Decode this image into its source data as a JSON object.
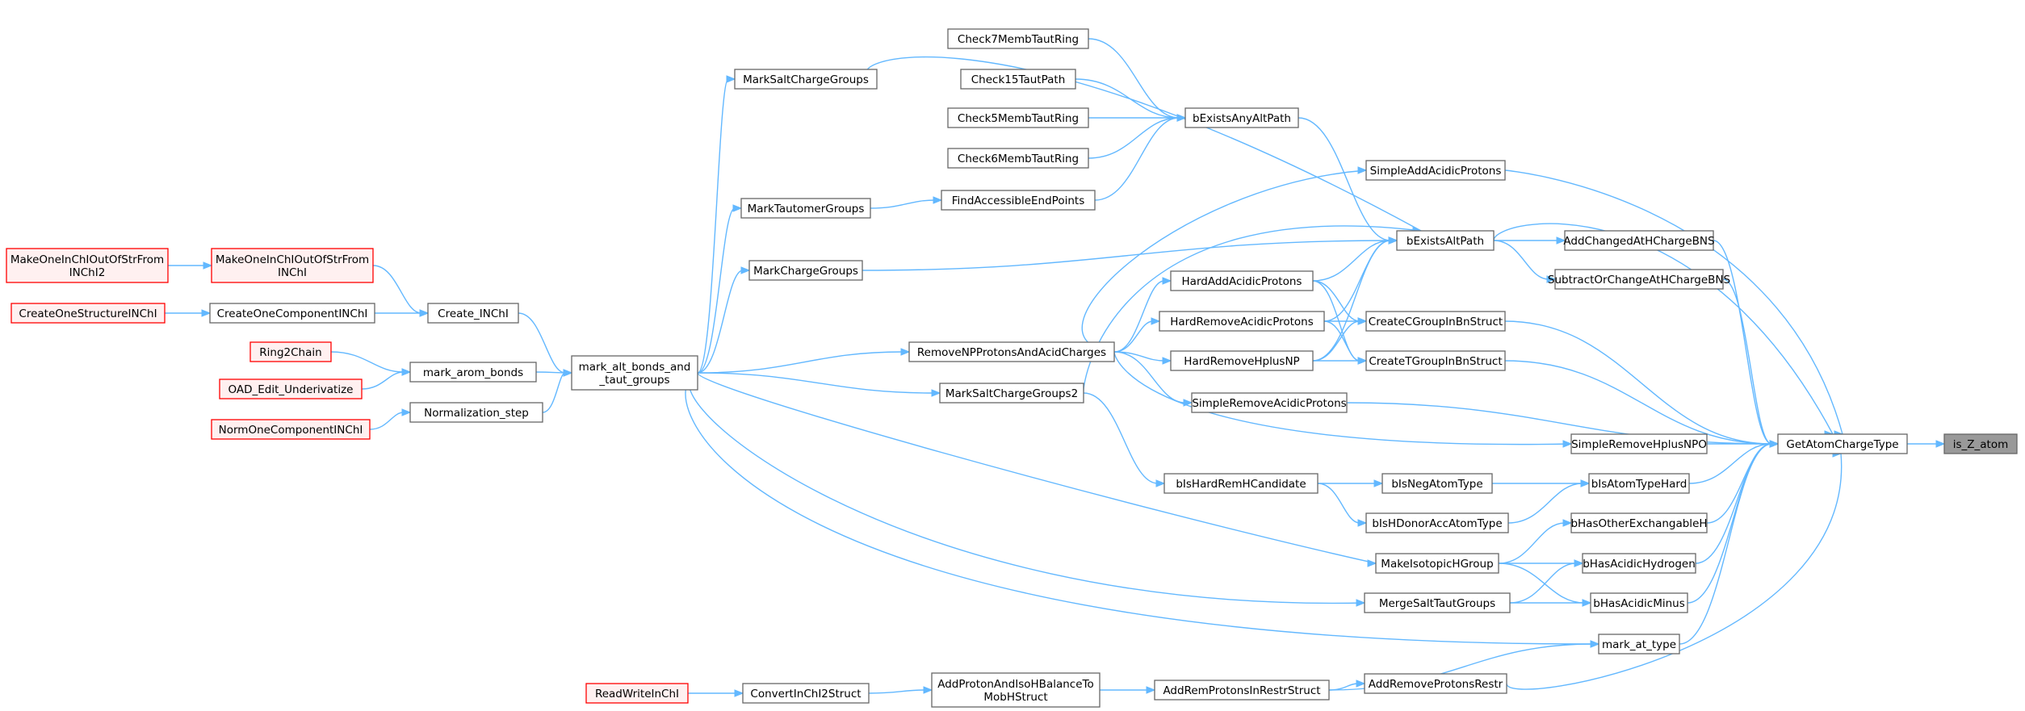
{
  "nodes": [
    {
      "id": "is_Z_atom",
      "label": "is_Z_atom",
      "style": "target"
    },
    {
      "id": "GetAtomChargeType",
      "label": "GetAtomChargeType",
      "style": "normal"
    },
    {
      "id": "SimpleAddAcidicProtons",
      "label": "SimpleAddAcidicProtons",
      "style": "normal"
    },
    {
      "id": "AddChangedAtHChargeBNS",
      "label": "AddChangedAtHChargeBNS",
      "style": "normal"
    },
    {
      "id": "SubtractOrChangeAtHChargeBNS",
      "label": "SubtractOrChangeAtHChargeBNS",
      "style": "normal"
    },
    {
      "id": "CreateCGroupInBnStruct",
      "label": "CreateCGroupInBnStruct",
      "style": "normal"
    },
    {
      "id": "CreateTGroupInBnStruct",
      "label": "CreateTGroupInBnStruct",
      "style": "normal"
    },
    {
      "id": "SimpleRemoveAcidicProtons",
      "label": "SimpleRemoveAcidicProtons",
      "style": "normal"
    },
    {
      "id": "SimpleRemoveHplusNPO",
      "label": "SimpleRemoveHplusNPO",
      "style": "normal"
    },
    {
      "id": "bIsAtomTypeHard",
      "label": "bIsAtomTypeHard",
      "style": "normal"
    },
    {
      "id": "bHasOtherExchangableH",
      "label": "bHasOtherExchangableH",
      "style": "normal"
    },
    {
      "id": "bHasAcidicHydrogen",
      "label": "bHasAcidicHydrogen",
      "style": "normal"
    },
    {
      "id": "bHasAcidicMinus",
      "label": "bHasAcidicMinus",
      "style": "normal"
    },
    {
      "id": "mark_at_type",
      "label": "mark_at_type",
      "style": "normal"
    },
    {
      "id": "AddRemoveProtonsRestr",
      "label": "AddRemoveProtonsRestr",
      "style": "normal"
    },
    {
      "id": "bExistsAltPath",
      "label": "bExistsAltPath",
      "style": "normal"
    },
    {
      "id": "bExistsAnyAltPath",
      "label": "bExistsAnyAltPath",
      "style": "normal"
    },
    {
      "id": "HardAddAcidicProtons",
      "label": "HardAddAcidicProtons",
      "style": "normal"
    },
    {
      "id": "HardRemoveAcidicProtons",
      "label": "HardRemoveAcidicProtons",
      "style": "normal"
    },
    {
      "id": "HardRemoveHplusNP",
      "label": "HardRemoveHplusNP",
      "style": "normal"
    },
    {
      "id": "bIsNegAtomType",
      "label": "bIsNegAtomType",
      "style": "normal"
    },
    {
      "id": "bIsHDonorAccAtomType",
      "label": "bIsHDonorAccAtomType",
      "style": "normal"
    },
    {
      "id": "MakeIsotopicHGroup",
      "label": "MakeIsotopicHGroup",
      "style": "normal"
    },
    {
      "id": "MergeSaltTautGroups",
      "label": "MergeSaltTautGroups",
      "style": "normal"
    },
    {
      "id": "AddRemProtonsInRestrStruct",
      "label": "AddRemProtonsInRestrStruct",
      "style": "normal"
    },
    {
      "id": "Check7MembTautRing",
      "label": "Check7MembTautRing",
      "style": "normal"
    },
    {
      "id": "Check15TautPath",
      "label": "Check15TautPath",
      "style": "normal"
    },
    {
      "id": "Check5MembTautRing",
      "label": "Check5MembTautRing",
      "style": "normal"
    },
    {
      "id": "Check6MembTautRing",
      "label": "Check6MembTautRing",
      "style": "normal"
    },
    {
      "id": "FindAccessibleEndPoints",
      "label": "FindAccessibleEndPoints",
      "style": "normal"
    },
    {
      "id": "RemoveNPProtonsAndAcidCharges",
      "label": "RemoveNPProtonsAndAcidCharges",
      "style": "normal"
    },
    {
      "id": "MarkSaltChargeGroups2",
      "label": "MarkSaltChargeGroups2",
      "style": "normal"
    },
    {
      "id": "bIsHardRemHCandidate",
      "label": "bIsHardRemHCandidate",
      "style": "normal"
    },
    {
      "id": "AddProtonAndIsoHBalanceToMobHStruct",
      "label": "AddProtonAndIsoHBalanceTo\nMobHStruct",
      "style": "normal"
    },
    {
      "id": "MarkSaltChargeGroups",
      "label": "MarkSaltChargeGroups",
      "style": "normal"
    },
    {
      "id": "MarkTautomerGroups",
      "label": "MarkTautomerGroups",
      "style": "normal"
    },
    {
      "id": "MarkChargeGroups",
      "label": "MarkChargeGroups",
      "style": "normal"
    },
    {
      "id": "mark_alt_bonds_and_taut_groups",
      "label": "mark_alt_bonds_and\n_taut_groups",
      "style": "normal"
    },
    {
      "id": "ConvertInChI2Struct",
      "label": "ConvertInChI2Struct",
      "style": "normal"
    },
    {
      "id": "Create_INChI",
      "label": "Create_INChI",
      "style": "normal"
    },
    {
      "id": "mark_arom_bonds",
      "label": "mark_arom_bonds",
      "style": "normal"
    },
    {
      "id": "Normalization_step",
      "label": "Normalization_step",
      "style": "normal"
    },
    {
      "id": "ReadWriteInChI",
      "label": "ReadWriteInChI",
      "style": "red"
    },
    {
      "id": "MakeOneInChIOutOfStrFromINChI",
      "label": "MakeOneInChIOutOfStrFrom\nINChI",
      "style": "red"
    },
    {
      "id": "CreateOneComponentINChI",
      "label": "CreateOneComponentINChI",
      "style": "normal"
    },
    {
      "id": "Ring2Chain",
      "label": "Ring2Chain",
      "style": "red"
    },
    {
      "id": "OAD_Edit_Underivatize",
      "label": "OAD_Edit_Underivatize",
      "style": "red"
    },
    {
      "id": "NormOneComponentINChI",
      "label": "NormOneComponentINChI",
      "style": "red"
    },
    {
      "id": "MakeOneInChIOutOfStrFromINChI2",
      "label": "MakeOneInChIOutOfStrFrom\nINChI2",
      "style": "red"
    },
    {
      "id": "CreateOneStructureINChI",
      "label": "CreateOneStructureINChI",
      "style": "red"
    }
  ],
  "edges": [
    [
      "GetAtomChargeType",
      "is_Z_atom"
    ],
    [
      "SimpleAddAcidicProtons",
      "GetAtomChargeType"
    ],
    [
      "AddChangedAtHChargeBNS",
      "GetAtomChargeType"
    ],
    [
      "SubtractOrChangeAtHChargeBNS",
      "GetAtomChargeType"
    ],
    [
      "CreateCGroupInBnStruct",
      "GetAtomChargeType"
    ],
    [
      "CreateTGroupInBnStruct",
      "GetAtomChargeType"
    ],
    [
      "SimpleRemoveAcidicProtons",
      "GetAtomChargeType"
    ],
    [
      "SimpleRemoveHplusNPO",
      "GetAtomChargeType"
    ],
    [
      "bIsAtomTypeHard",
      "GetAtomChargeType"
    ],
    [
      "bHasOtherExchangableH",
      "GetAtomChargeType"
    ],
    [
      "bHasAcidicHydrogen",
      "GetAtomChargeType"
    ],
    [
      "bHasAcidicMinus",
      "GetAtomChargeType"
    ],
    [
      "mark_at_type",
      "GetAtomChargeType"
    ],
    [
      "AddRemoveProtonsRestr",
      "GetAtomChargeType"
    ],
    [
      "bExistsAltPath",
      "GetAtomChargeType"
    ],
    [
      "bExistsAltPath",
      "AddChangedAtHChargeBNS"
    ],
    [
      "bExistsAltPath",
      "SubtractOrChangeAtHChargeBNS"
    ],
    [
      "bExistsAnyAltPath",
      "bExistsAltPath"
    ],
    [
      "HardAddAcidicProtons",
      "bExistsAltPath"
    ],
    [
      "HardRemoveAcidicProtons",
      "bExistsAltPath"
    ],
    [
      "HardRemoveHplusNP",
      "bExistsAltPath"
    ],
    [
      "MarkChargeGroups",
      "bExistsAltPath"
    ],
    [
      "MarkSaltChargeGroups",
      "bExistsAltPath"
    ],
    [
      "MarkSaltChargeGroups2",
      "bExistsAltPath"
    ],
    [
      "HardAddAcidicProtons",
      "CreateCGroupInBnStruct"
    ],
    [
      "HardAddAcidicProtons",
      "CreateTGroupInBnStruct"
    ],
    [
      "HardRemoveAcidicProtons",
      "CreateCGroupInBnStruct"
    ],
    [
      "HardRemoveAcidicProtons",
      "CreateTGroupInBnStruct"
    ],
    [
      "HardRemoveHplusNP",
      "CreateCGroupInBnStruct"
    ],
    [
      "HardRemoveHplusNP",
      "CreateTGroupInBnStruct"
    ],
    [
      "bIsNegAtomType",
      "bIsAtomTypeHard"
    ],
    [
      "bIsHDonorAccAtomType",
      "bIsAtomTypeHard"
    ],
    [
      "bIsHardRemHCandidate",
      "bIsNegAtomType"
    ],
    [
      "bIsHardRemHCandidate",
      "bIsHDonorAccAtomType"
    ],
    [
      "MakeIsotopicHGroup",
      "bHasOtherExchangableH"
    ],
    [
      "MakeIsotopicHGroup",
      "bHasAcidicHydrogen"
    ],
    [
      "MakeIsotopicHGroup",
      "bHasAcidicMinus"
    ],
    [
      "MergeSaltTautGroups",
      "bHasAcidicHydrogen"
    ],
    [
      "MergeSaltTautGroups",
      "bHasAcidicMinus"
    ],
    [
      "AddRemProtonsInRestrStruct",
      "AddRemoveProtonsRestr"
    ],
    [
      "AddRemProtonsInRestrStruct",
      "mark_at_type"
    ],
    [
      "Check7MembTautRing",
      "bExistsAnyAltPath"
    ],
    [
      "Check15TautPath",
      "bExistsAnyAltPath"
    ],
    [
      "Check5MembTautRing",
      "bExistsAnyAltPath"
    ],
    [
      "Check6MembTautRing",
      "bExistsAnyAltPath"
    ],
    [
      "FindAccessibleEndPoints",
      "bExistsAnyAltPath"
    ],
    [
      "RemoveNPProtonsAndAcidCharges",
      "SimpleAddAcidicProtons"
    ],
    [
      "RemoveNPProtonsAndAcidCharges",
      "HardAddAcidicProtons"
    ],
    [
      "RemoveNPProtonsAndAcidCharges",
      "HardRemoveAcidicProtons"
    ],
    [
      "RemoveNPProtonsAndAcidCharges",
      "HardRemoveHplusNP"
    ],
    [
      "RemoveNPProtonsAndAcidCharges",
      "SimpleRemoveAcidicProtons"
    ],
    [
      "RemoveNPProtonsAndAcidCharges",
      "SimpleRemoveHplusNPO"
    ],
    [
      "MarkSaltChargeGroups2",
      "bIsHardRemHCandidate"
    ],
    [
      "AddProtonAndIsoHBalanceToMobHStruct",
      "AddRemProtonsInRestrStruct"
    ],
    [
      "MarkTautomerGroups",
      "FindAccessibleEndPoints"
    ],
    [
      "mark_alt_bonds_and_taut_groups",
      "MarkSaltChargeGroups"
    ],
    [
      "mark_alt_bonds_and_taut_groups",
      "MarkTautomerGroups"
    ],
    [
      "mark_alt_bonds_and_taut_groups",
      "MarkChargeGroups"
    ],
    [
      "mark_alt_bonds_and_taut_groups",
      "RemoveNPProtonsAndAcidCharges"
    ],
    [
      "mark_alt_bonds_and_taut_groups",
      "MarkSaltChargeGroups2"
    ],
    [
      "mark_alt_bonds_and_taut_groups",
      "MakeIsotopicHGroup"
    ],
    [
      "mark_alt_bonds_and_taut_groups",
      "MergeSaltTautGroups"
    ],
    [
      "mark_alt_bonds_and_taut_groups",
      "mark_at_type"
    ],
    [
      "ConvertInChI2Struct",
      "AddProtonAndIsoHBalanceToMobHStruct"
    ],
    [
      "Create_INChI",
      "mark_alt_bonds_and_taut_groups"
    ],
    [
      "mark_arom_bonds",
      "mark_alt_bonds_and_taut_groups"
    ],
    [
      "Normalization_step",
      "mark_alt_bonds_and_taut_groups"
    ],
    [
      "ReadWriteInChI",
      "ConvertInChI2Struct"
    ],
    [
      "MakeOneInChIOutOfStrFromINChI",
      "Create_INChI"
    ],
    [
      "CreateOneComponentINChI",
      "Create_INChI"
    ],
    [
      "Ring2Chain",
      "mark_arom_bonds"
    ],
    [
      "OAD_Edit_Underivatize",
      "mark_arom_bonds"
    ],
    [
      "NormOneComponentINChI",
      "Normalization_step"
    ],
    [
      "MakeOneInChIOutOfStrFromINChI2",
      "MakeOneInChIOutOfStrFromINChI"
    ],
    [
      "CreateOneStructureINChI",
      "CreateOneComponentINChI"
    ]
  ],
  "colors": {
    "edge": "#63b8ff",
    "node_border": "#666666",
    "red_border": "#ff0000",
    "red_fill": "#fff0f0",
    "target_fill": "#999999"
  }
}
